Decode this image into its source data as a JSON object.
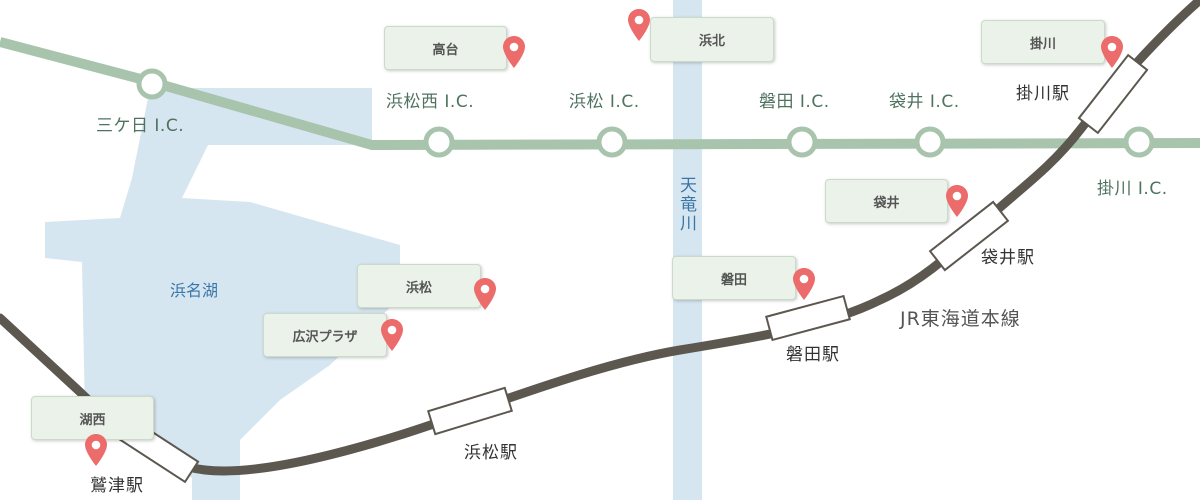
{
  "map": {
    "lake_label": "浜名湖",
    "river_label": "天竜川",
    "rail_line_label": "JR東海道本線",
    "colors": {
      "water": "#d6e6f1",
      "expressway": "#a9c4ad",
      "interchange_fill": "#ffffff",
      "railway": "#5c5850",
      "pin": "#ec6b6b",
      "store_bg": "#eaf2e9"
    }
  },
  "interchanges": [
    "三ケ日 I.C.",
    "浜松西 I.C.",
    "浜松 I.C.",
    "磐田 I.C.",
    "袋井 I.C.",
    "掛川 I.C."
  ],
  "stations": [
    "鷲津駅",
    "浜松駅",
    "磐田駅",
    "袋井駅",
    "掛川駅"
  ],
  "stores": [
    "高台",
    "浜北",
    "掛川",
    "袋井",
    "浜松",
    "磐田",
    "広沢プラザ",
    "湖西"
  ]
}
